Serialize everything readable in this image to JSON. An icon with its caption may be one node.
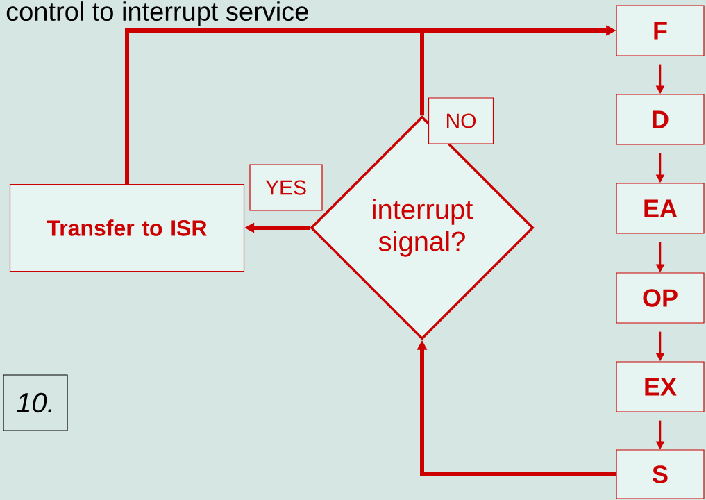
{
  "diagram": {
    "title": "control to interrupt service",
    "nodes": [
      {
        "text": [
          "F"
        ]
      },
      {
        "text": [
          "D"
        ]
      },
      {
        "text": [
          "EA"
        ]
      },
      {
        "text": [
          "OP"
        ]
      },
      {
        "text": [
          "EX"
        ]
      },
      {
        "text": [
          "S"
        ]
      },
      {
        "text": [
          "interrupt signal?"
        ]
      },
      {
        "text": [
          "Transfer to ISR"
        ]
      }
    ],
    "edges": [
      {
        "from": 0,
        "to": 1,
        "arrow": "to"
      },
      {
        "from": 1,
        "to": 2,
        "arrow": "to"
      },
      {
        "from": 2,
        "to": 3,
        "arrow": "to"
      },
      {
        "from": 3,
        "to": 4,
        "arrow": "to"
      },
      {
        "from": 4,
        "to": 5,
        "arrow": "to"
      },
      {
        "from": 5,
        "to": 6,
        "arrow": "to",
        "style": "thick"
      },
      {
        "from": 6,
        "to": 0,
        "arrow": "to",
        "label": "NO",
        "style": "thick"
      },
      {
        "from": 6,
        "to": 7,
        "arrow": "to",
        "label": "YES",
        "style": "thick"
      },
      {
        "from": 7,
        "to": 0,
        "arrow": "to",
        "style": "thick"
      }
    ],
    "labels": [
      "10."
    ]
  }
}
